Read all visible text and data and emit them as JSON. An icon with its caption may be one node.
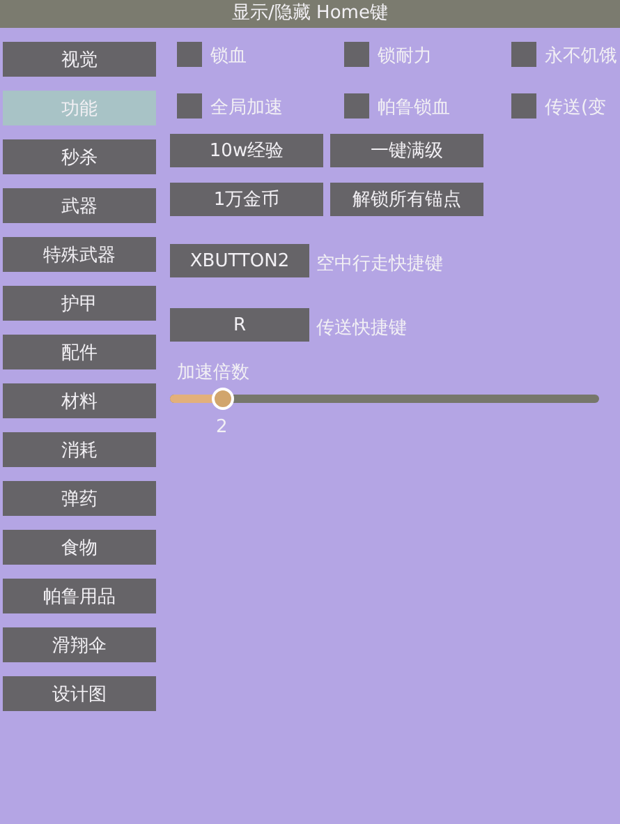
{
  "diagram": {
    "title": "显示/隐藏 Home键",
    "labels": [
      "视觉",
      "锁血",
      "锁耐力",
      "永不饥饿",
      "功能",
      "全局加速",
      "帕鲁锁血",
      "传送(变",
      "秒杀",
      "10w经验",
      "一键满级",
      "武器",
      "1万金币",
      "解锁所有锚点",
      "特殊武器",
      "XBUTTON2",
      "空中行走快捷键",
      "护甲",
      "R",
      "传送快捷键",
      "配件",
      "加速倍数",
      "材料",
      "2",
      "消耗",
      "弹药",
      "食物",
      "帕鲁用品",
      "滑翔伞",
      "设计图"
    ]
  }
}
